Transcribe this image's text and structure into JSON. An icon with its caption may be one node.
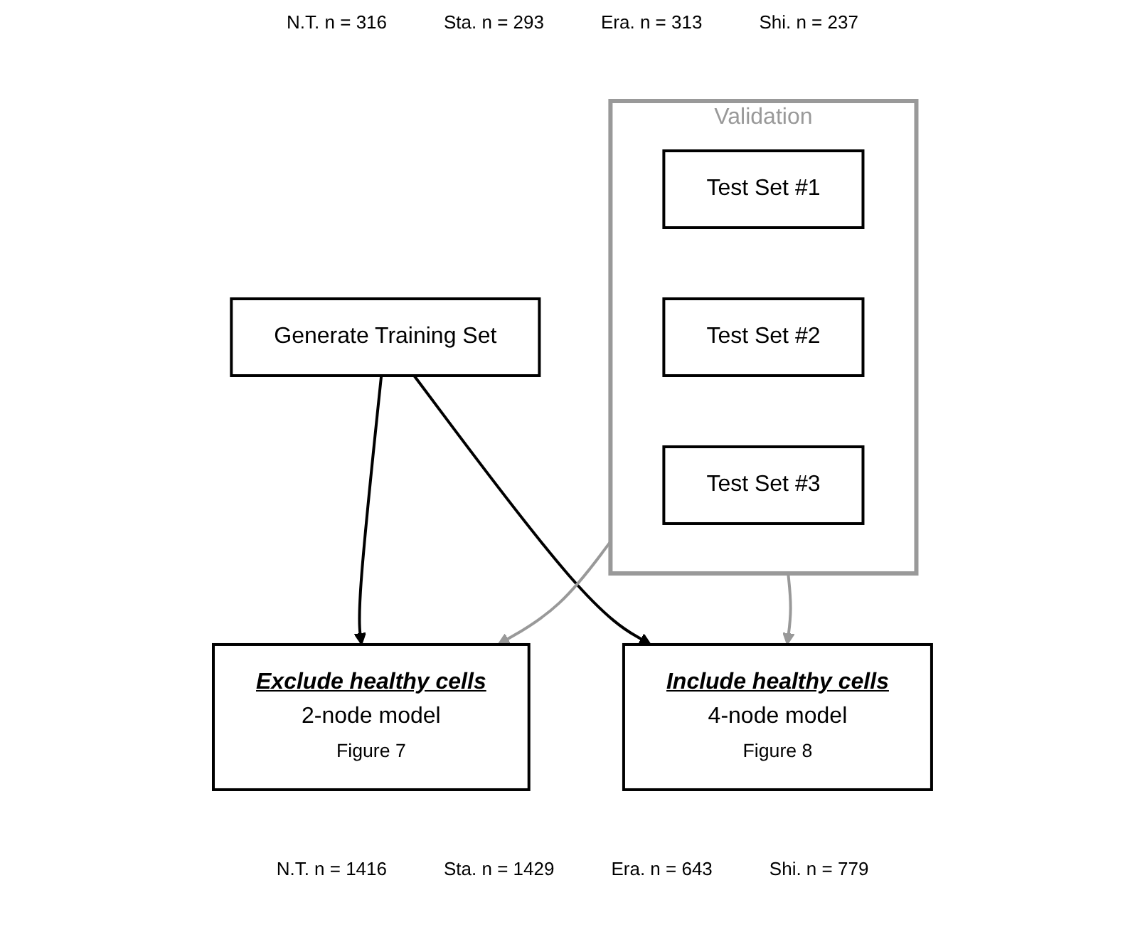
{
  "diagram": {
    "nodes": [
      {
        "text": [
          "Generate Training Set"
        ],
        "beside": [
          "N.T. n = 316",
          "Sta. n = 293",
          "Era. n = 313",
          "Shi. n = 237"
        ]
      },
      {
        "text": [
          "Exclude healthy cells",
          "2-node model",
          "Figure 7"
        ]
      },
      {
        "text": [
          "Include healthy cells",
          "4-node model",
          "Figure 8"
        ]
      },
      {
        "text": [
          "Validation"
        ],
        "beside": [
          "N.T. n = 1416",
          "Sta. n = 1429",
          "Era. n = 643",
          "Shi. n = 779"
        ]
      },
      {
        "text": [
          "Test Set #1"
        ],
        "in": 3
      },
      {
        "text": [
          "Test Set #2"
        ],
        "in": 3
      },
      {
        "text": [
          "Test Set #3"
        ],
        "in": 3
      }
    ],
    "edges": [
      {
        "from": 0,
        "to": 1,
        "arrow": "to"
      },
      {
        "from": 0,
        "to": 2,
        "arrow": "to"
      },
      {
        "from": 3,
        "to": 1,
        "arrow": "to",
        "color": "#999999"
      },
      {
        "from": 3,
        "to": 2,
        "arrow": "to",
        "color": "#999999"
      }
    ]
  }
}
